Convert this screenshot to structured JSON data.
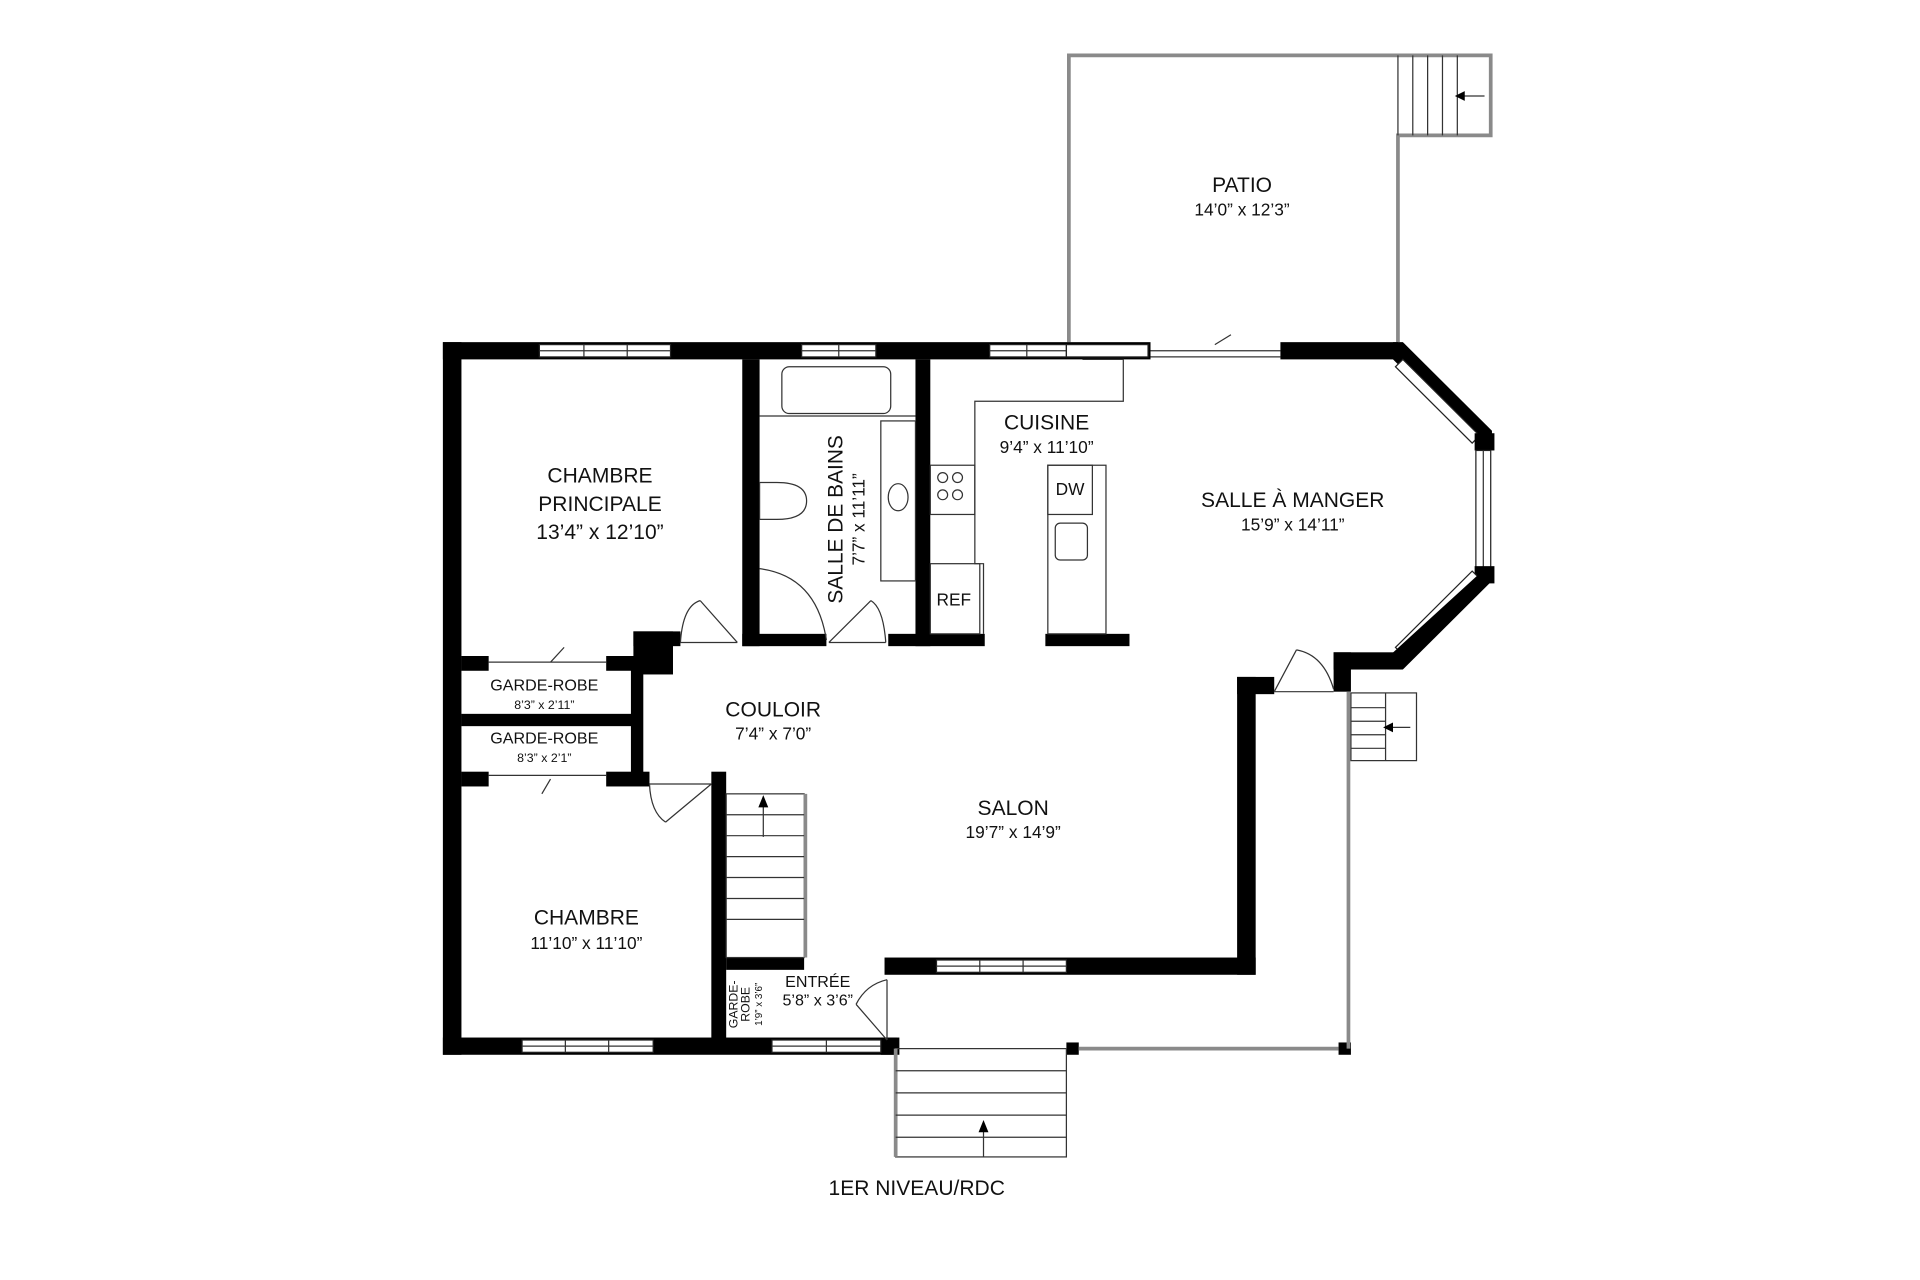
{
  "plan": {
    "level_title": "1ER NIVEAU/RDC",
    "rooms": {
      "patio": {
        "name": "PATIO",
        "size": "14’0” x 12’3”"
      },
      "chambre_principale": {
        "name_line1": "CHAMBRE",
        "name_line2": "PRINCIPALE",
        "size": "13’4” x 12’10”"
      },
      "salle_de_bains": {
        "name": "SALLE DE BAINS",
        "size": "7’7” x 11’11”"
      },
      "cuisine": {
        "name": "CUISINE",
        "size": "9’4” x 11’10”"
      },
      "salle_a_manger": {
        "name": "SALLE À MANGER",
        "size": "15’9” x 14’11”"
      },
      "garde_robe_1": {
        "name": "GARDE-ROBE",
        "size": "8’3” x 2’11”"
      },
      "garde_robe_2": {
        "name": "GARDE-ROBE",
        "size": "8’3” x 2’1”"
      },
      "couloir": {
        "name": "COULOIR",
        "size": "7’4” x 7’0”"
      },
      "salon": {
        "name": "SALON",
        "size": "19’7” x 14’9”"
      },
      "chambre": {
        "name": "CHAMBRE",
        "size": "11’10” x 11’10”"
      },
      "entree": {
        "name": "ENTRÉE",
        "size": "5’8” x 3’6”"
      },
      "garde_robe_3": {
        "name_line1": "GARDE-",
        "name_line2": "ROBE",
        "size": "1’9” x 3’6”"
      }
    },
    "fixtures": {
      "dishwasher": "DW",
      "refrigerator": "REF"
    }
  }
}
